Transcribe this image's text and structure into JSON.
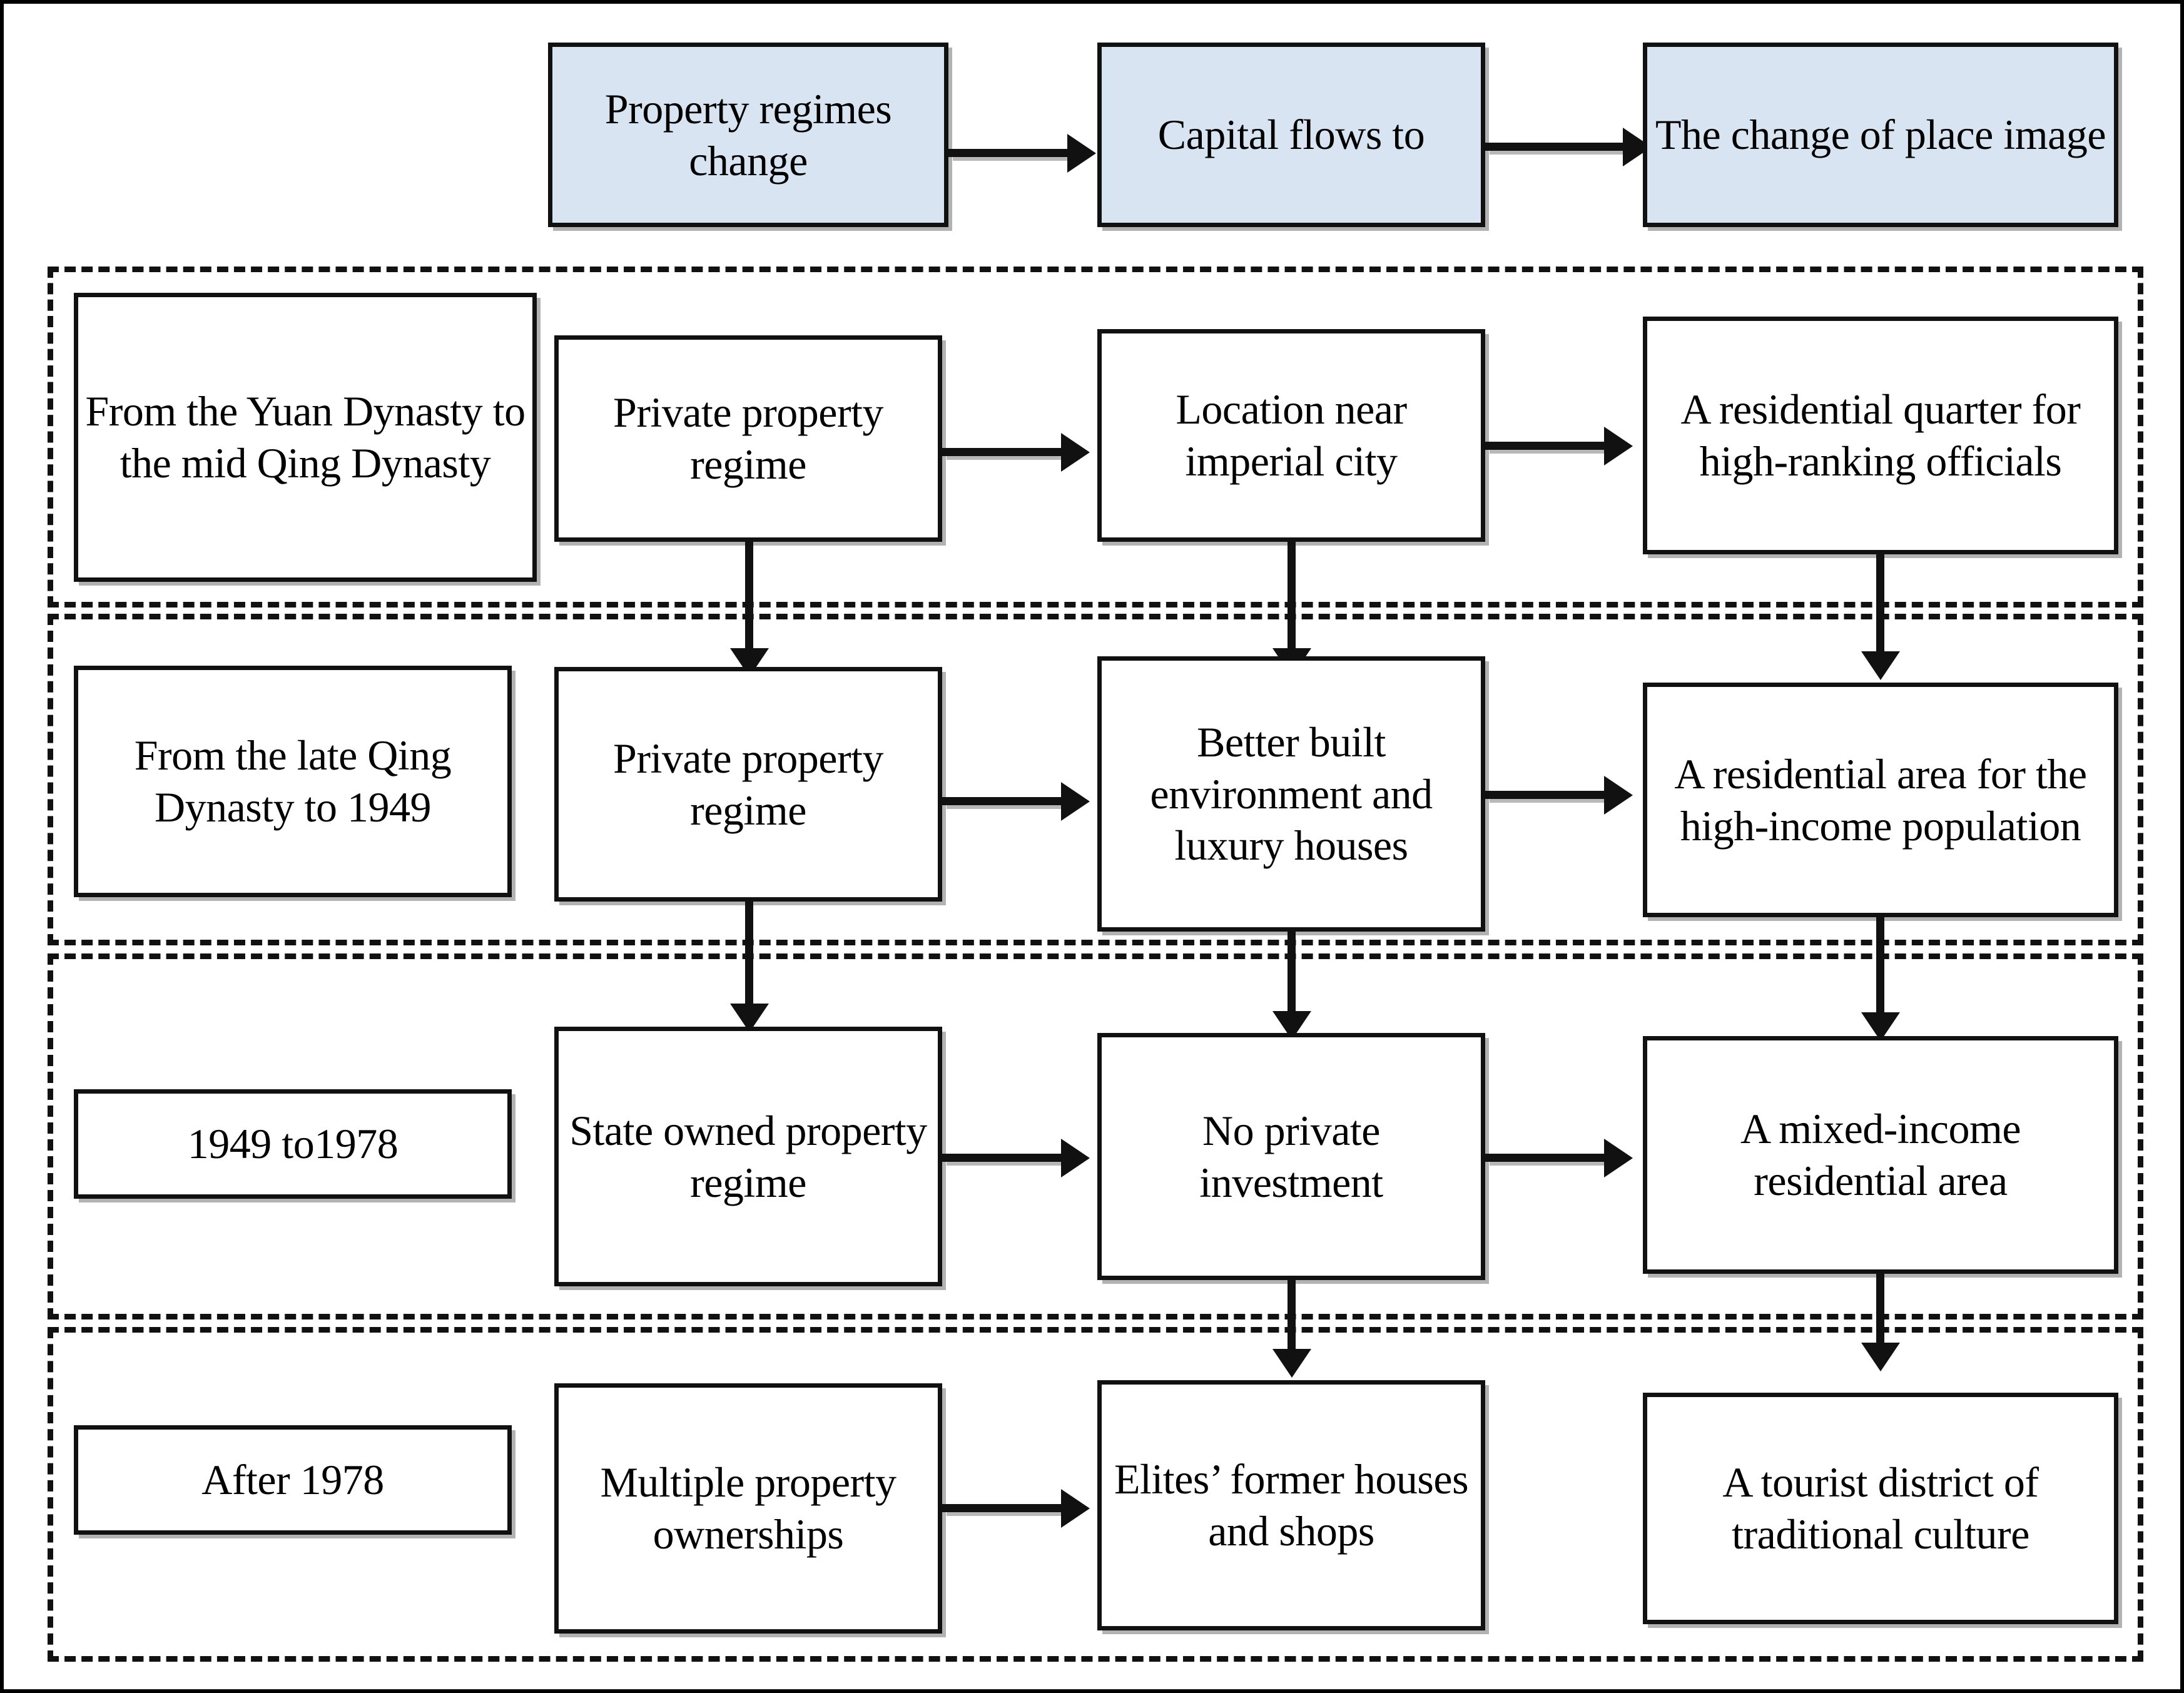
{
  "figure": {
    "title": "Property regimes change flow diagram",
    "accent_blue": "#d8e4f1",
    "line_color": "#111111"
  },
  "header": {
    "boxes": [
      {
        "id": "property-regimes-change",
        "label": "Property regimes change"
      },
      {
        "id": "capital-flows-to",
        "label": "Capital flows to"
      },
      {
        "id": "the-change-of-place-image",
        "label": "The change of place image"
      }
    ],
    "connectors": [
      {
        "from": "property-regimes-change",
        "to": "capital-flows-to",
        "type": "arrow-right"
      },
      {
        "from": "capital-flows-to",
        "to": "the-change-of-place-image",
        "type": "arrow-right"
      }
    ]
  },
  "periods": [
    {
      "id": "period-1",
      "period_label": "From the Yuan Dynasty to the mid Qing Dynasty",
      "regime": "Private property regime",
      "capital": "Location near imperial city",
      "image": "A  residential quarter for high-ranking officials"
    },
    {
      "id": "period-2",
      "period_label": "From the late Qing Dynasty to 1949",
      "regime": "Private property regime",
      "capital": "Better built environment and luxury houses",
      "image": "A residential area for the high-income population"
    },
    {
      "id": "period-3",
      "period_label": "1949 to1978",
      "regime": "State owned property regime",
      "capital": "No private investment",
      "image": "A mixed-income residential area"
    },
    {
      "id": "period-4",
      "period_label": "After 1978",
      "regime": "Multiple property ownerships",
      "capital": "Elites’ former houses and shops",
      "image": "A tourist district of traditional culture"
    }
  ]
}
